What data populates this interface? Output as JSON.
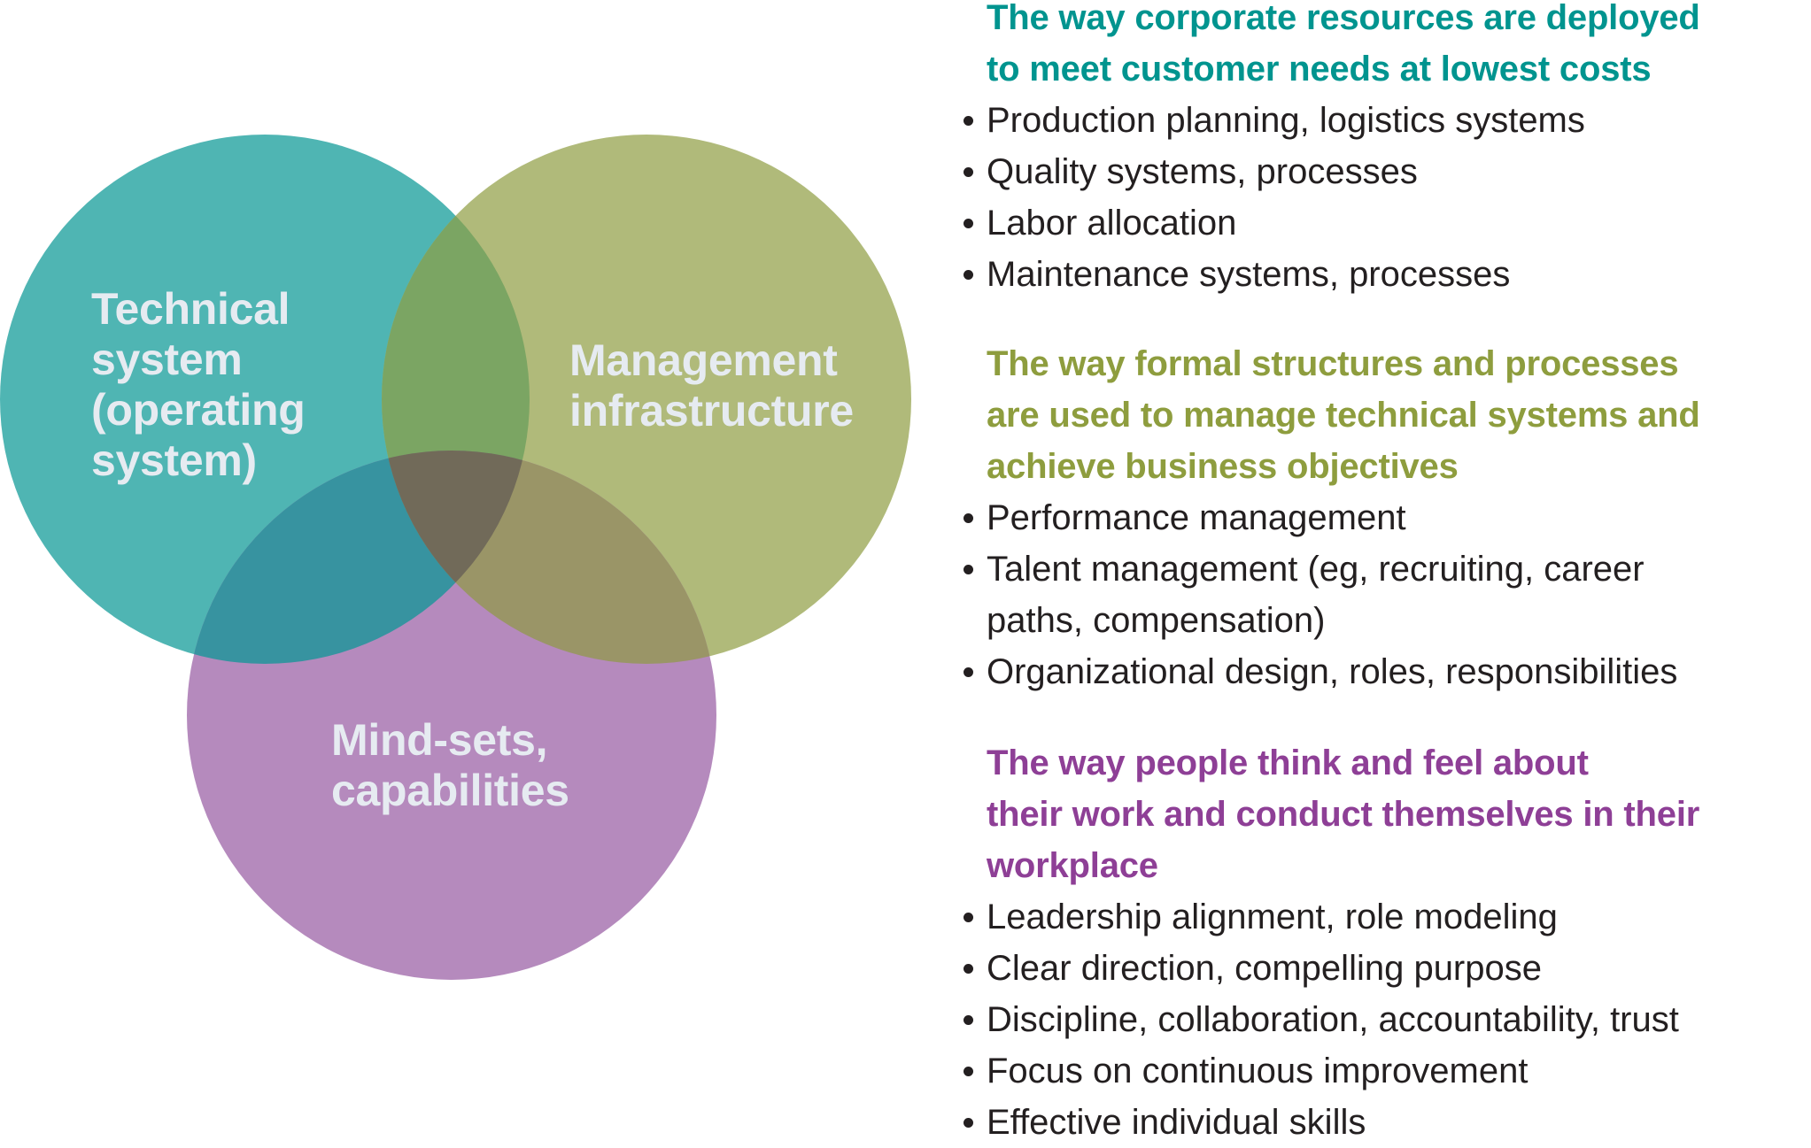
{
  "diagram": {
    "circles": [
      {
        "id": "technical",
        "label_lines": [
          "Technical",
          "system",
          "(operating",
          "system)"
        ],
        "color": "#4FB5B3"
      },
      {
        "id": "management",
        "label_lines": [
          "Management",
          "infrastructure"
        ],
        "color": "#B0BA7A"
      },
      {
        "id": "mindsets",
        "label_lines": [
          "Mind-sets,",
          "capabilities"
        ],
        "color": "#B58ABD"
      }
    ],
    "overlap_colors": {
      "technical_management": "#7BA563",
      "technical_mindsets": "#3793A0",
      "management_mindsets": "#9A9567",
      "all_three": "#716A59"
    },
    "label_color": "#E6EBF1"
  },
  "sections": [
    {
      "id": "technical",
      "heading_color": "#00948F",
      "heading_lines": [
        "The way corporate resources are deployed",
        "to meet customer needs at lowest costs"
      ],
      "bullets": [
        [
          "Production planning, logistics systems"
        ],
        [
          "Quality systems, processes"
        ],
        [
          "Labor allocation"
        ],
        [
          "Maintenance systems, processes"
        ]
      ]
    },
    {
      "id": "management",
      "heading_color": "#8E9D3E",
      "heading_lines": [
        "The way formal structures and processes",
        "are used to manage technical systems and",
        "achieve business objectives"
      ],
      "bullets": [
        [
          "Performance management"
        ],
        [
          "Talent management (eg, recruiting, career",
          "paths, compensation)"
        ],
        [
          "Organizational design, roles, responsibilities"
        ]
      ]
    },
    {
      "id": "mindsets",
      "heading_color": "#8E3F96",
      "heading_lines": [
        "The way people think and feel about",
        "their work and conduct themselves in their",
        "workplace"
      ],
      "bullets": [
        [
          "Leadership alignment, role modeling"
        ],
        [
          "Clear direction, compelling purpose"
        ],
        [
          "Discipline, collaboration, accountability, trust"
        ],
        [
          "Focus on continuous improvement"
        ],
        [
          "Effective individual skills"
        ]
      ]
    }
  ]
}
